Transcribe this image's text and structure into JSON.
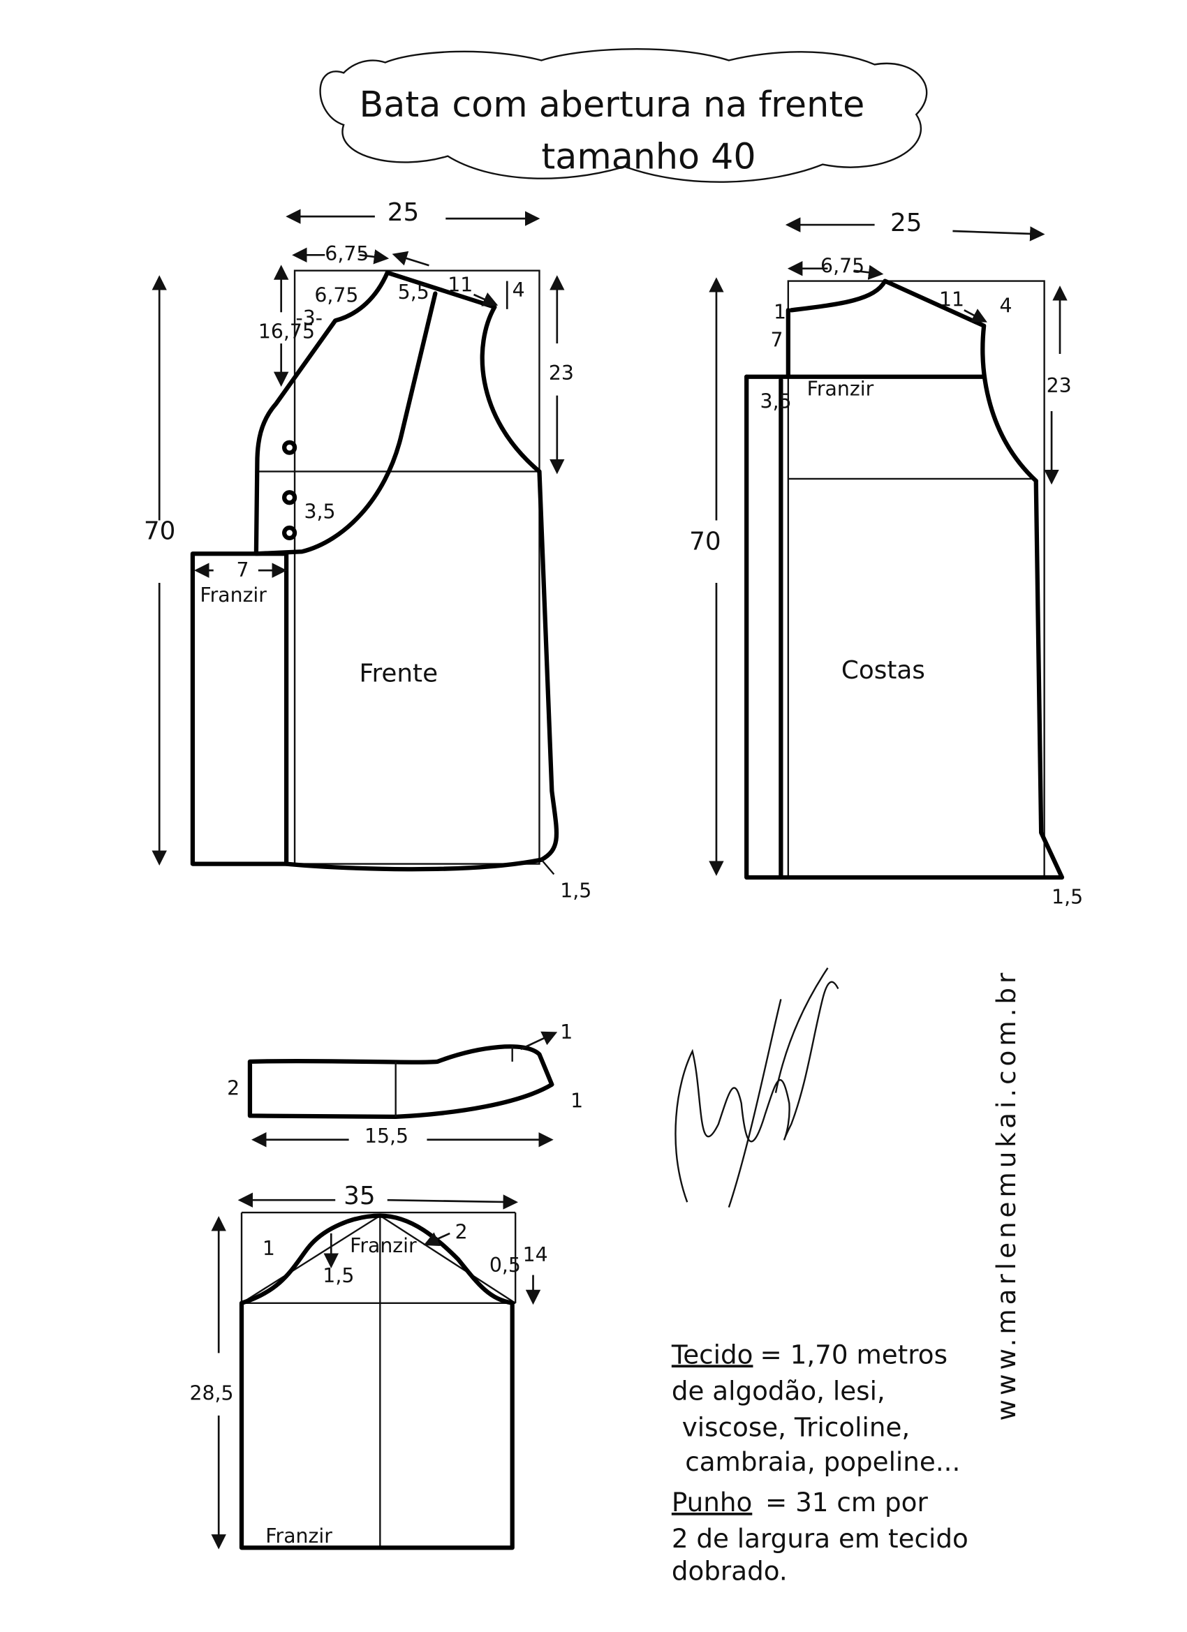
{
  "title": {
    "line1": "Bata   com abertura  na frente",
    "line2": "tamanho 40"
  },
  "front": {
    "name": "Frente",
    "width": "25",
    "height": "70",
    "neck_width": "6,75",
    "neck_depth": "6,75",
    "placket_depth": "16,75",
    "neck_offset": "-3-",
    "shoulder_start": "5,5",
    "shoulder": "11",
    "shoulder_drop": "4",
    "armhole_depth": "23",
    "button_spacing": "3,5",
    "extension": "7",
    "gather": "Franzir",
    "hem_drop": "1,5"
  },
  "back": {
    "name": "Costas",
    "width": "25",
    "height": "70",
    "neck_width": "6,75",
    "shoulder": "11",
    "shoulder_drop": "4",
    "yoke_top": "1",
    "yoke_depth": "7",
    "armhole_depth": "23",
    "extension": "3,5",
    "gather": "Franzir",
    "hem_drop": "1,5"
  },
  "collar": {
    "height": "2",
    "length": "15,5",
    "tip_rise": "1",
    "tip_end": "1"
  },
  "sleeve": {
    "width": "35",
    "cap_height": "14",
    "body_height": "28,5",
    "left_offset": "1",
    "left_curve": "1,5",
    "right_offset": "2",
    "right_curve": "0,5",
    "cap_gather": "Franzir",
    "hem_gather": "Franzir"
  },
  "notes": {
    "fabric_label": "Tecido",
    "fabric_line1": "= 1,70    metros",
    "fabric_line2": "de algodão, lesi,",
    "fabric_line3": "viscose, Tricoline,",
    "fabric_line4": "cambraia, popeline...",
    "cuff_label": "Punho",
    "cuff_line1": "= 31   cm   por",
    "cuff_line2": "2 de largura em tecido",
    "cuff_line3": "dobrado."
  },
  "website": "www.marlenemukai.com.br",
  "signature": "Marlene Mukai"
}
